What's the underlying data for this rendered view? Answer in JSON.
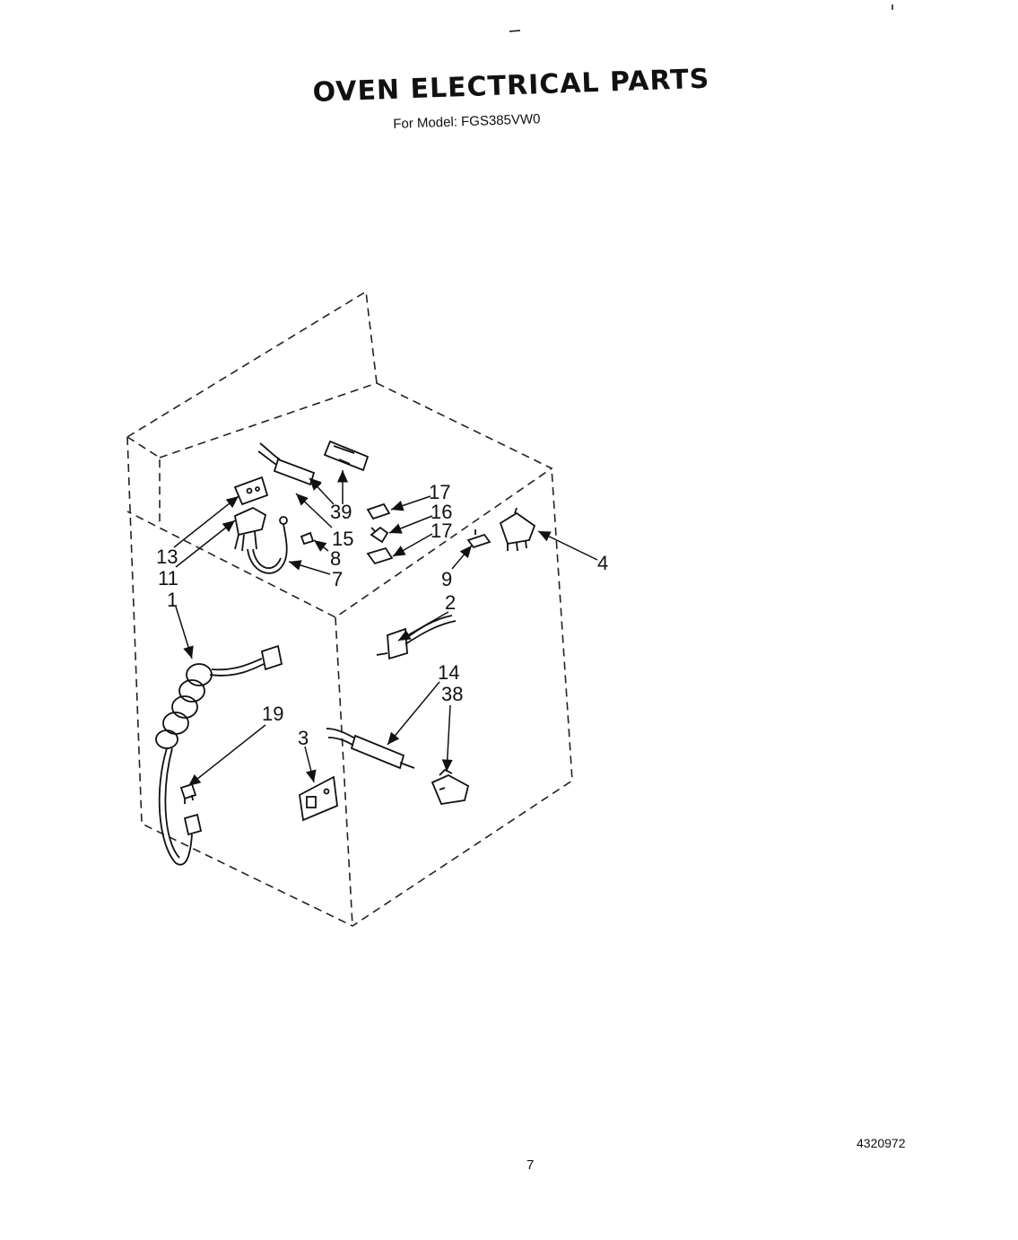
{
  "page": {
    "title": "OVEN ELECTRICAL PARTS",
    "subtitle": "For Model: FGS385VW0",
    "document_number": "4320972",
    "page_number": "7"
  },
  "callouts": [
    {
      "id": "39",
      "text": "39"
    },
    {
      "id": "17a",
      "text": "17"
    },
    {
      "id": "16",
      "text": "16"
    },
    {
      "id": "17b",
      "text": "17"
    },
    {
      "id": "15",
      "text": "15"
    },
    {
      "id": "13",
      "text": "13"
    },
    {
      "id": "11",
      "text": "11"
    },
    {
      "id": "8",
      "text": "8"
    },
    {
      "id": "7",
      "text": "7"
    },
    {
      "id": "4",
      "text": "4"
    },
    {
      "id": "9",
      "text": "9"
    },
    {
      "id": "1",
      "text": "1"
    },
    {
      "id": "2",
      "text": "2"
    },
    {
      "id": "14",
      "text": "14"
    },
    {
      "id": "38",
      "text": "38"
    },
    {
      "id": "19",
      "text": "19"
    },
    {
      "id": "3",
      "text": "3"
    }
  ]
}
